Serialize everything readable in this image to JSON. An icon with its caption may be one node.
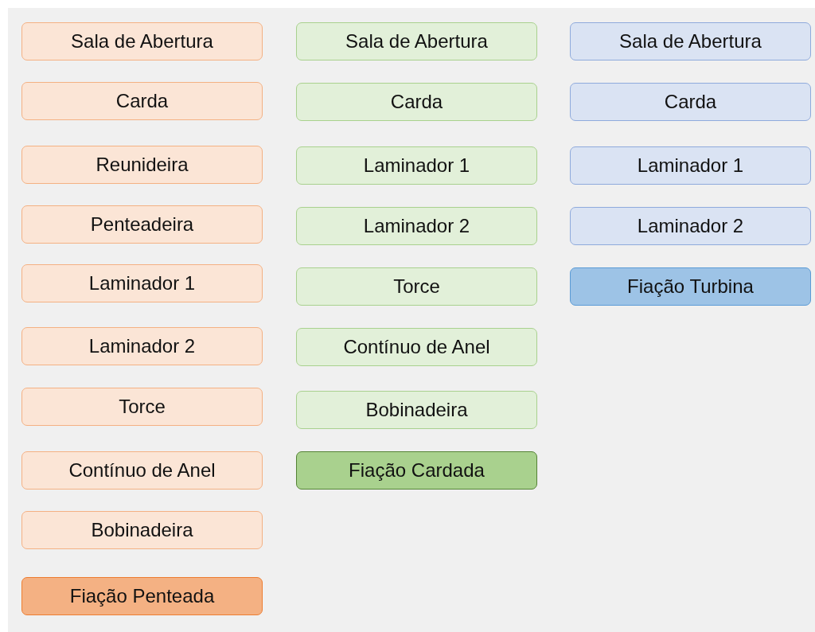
{
  "diagram": {
    "nodes": [
      {
        "text": [
          "Sala de Abertura"
        ]
      },
      {
        "text": [
          "Carda"
        ]
      },
      {
        "text": [
          "Reunideira"
        ]
      },
      {
        "text": [
          "Penteadeira"
        ]
      },
      {
        "text": [
          "Laminador 1"
        ]
      },
      {
        "text": [
          "Laminador 2"
        ]
      },
      {
        "text": [
          "Torce"
        ]
      },
      {
        "text": [
          "Contínuo de Anel"
        ]
      },
      {
        "text": [
          "Bobinadeira"
        ]
      },
      {
        "text": [
          "Fiação Penteada"
        ]
      },
      {
        "text": [
          "Sala de Abertura"
        ]
      },
      {
        "text": [
          "Carda"
        ]
      },
      {
        "text": [
          "Laminador 1"
        ]
      },
      {
        "text": [
          "Laminador 2"
        ]
      },
      {
        "text": [
          "Torce"
        ]
      },
      {
        "text": [
          "Contínuo de Anel"
        ]
      },
      {
        "text": [
          "Bobinadeira"
        ]
      },
      {
        "text": [
          "Fiação Cardada"
        ]
      },
      {
        "text": [
          "Sala de Abertura"
        ]
      },
      {
        "text": [
          "Carda"
        ]
      },
      {
        "text": [
          "Laminador 1"
        ]
      },
      {
        "text": [
          "Laminador 2"
        ]
      },
      {
        "text": [
          "Fiação Turbina"
        ]
      }
    ],
    "edges": []
  }
}
